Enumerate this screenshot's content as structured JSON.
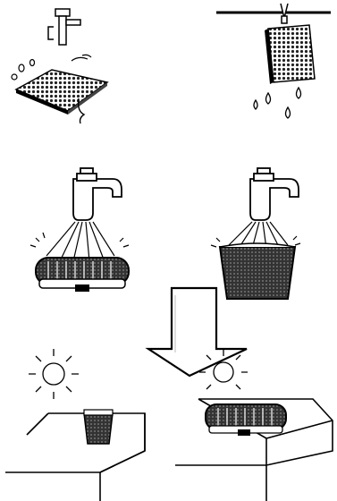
{
  "figure": {
    "panels": [
      {
        "id": "wash-mesh-under-tap",
        "icon": "faucet-over-mesh-icon"
      },
      {
        "id": "hang-dry-mesh",
        "icon": "hanging-mesh-icon"
      },
      {
        "id": "rinse-filter-under-tap",
        "icon": "faucet-over-filter-icon"
      },
      {
        "id": "rinse-filter-in-basin",
        "icon": "faucet-over-basin-icon"
      },
      {
        "id": "dry-filter-in-sun-upright",
        "icon": "sun-icon"
      },
      {
        "id": "dry-filter-in-sun-flat",
        "icon": "sun-icon"
      }
    ],
    "arrow": {
      "icon": "arrow-down-icon"
    }
  }
}
